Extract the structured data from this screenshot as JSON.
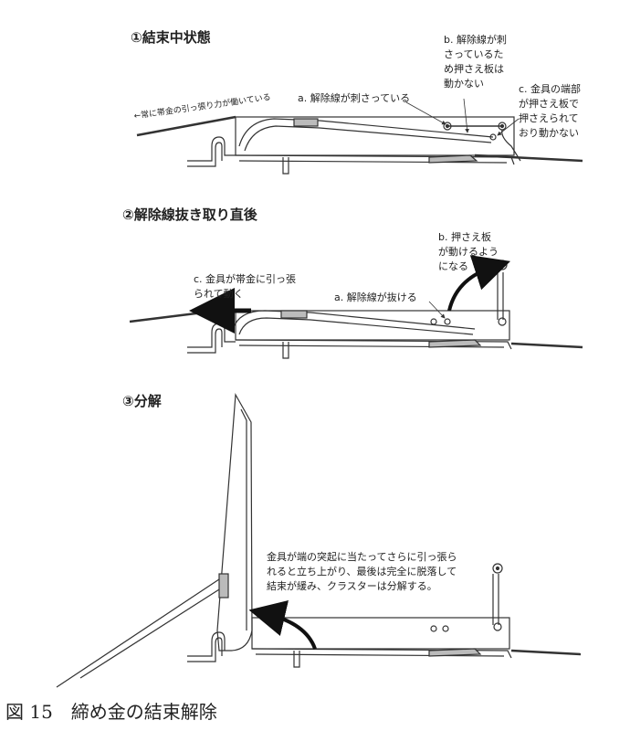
{
  "caption": "図 15　締め金の結束解除",
  "panels": [
    {
      "title": "①結束中状態",
      "labels": {
        "force": "←常に帯金の引っ張り力が働いている",
        "a": "a. 解除線が刺さっている",
        "b": "b. 解除線が刺\nさっているた\nめ押さえ板は\n動かない",
        "c": "c. 金具の端部\nが押さえ板で\n押さえられて\nおり動かない"
      }
    },
    {
      "title": "②解除線抜き取り直後",
      "labels": {
        "c": "c. 金具が帯金に引っ張\nられて動く",
        "a": "a. 解除線が抜ける",
        "b": "b. 押さえ板\nが動けるよう\nになる"
      }
    },
    {
      "title": "③分解",
      "labels": {
        "note": "金具が端の突起に当たってさらに引っ張ら\nれると立ち上がり、最後は完全に脱落して\n結束が緩み、クラスターは分解する。"
      }
    }
  ]
}
